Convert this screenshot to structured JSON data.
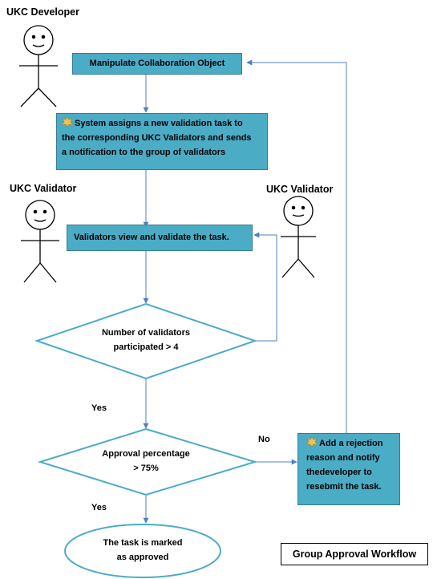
{
  "actors": {
    "developer": "UKC Developer",
    "validator_left": "UKC Validator",
    "validator_right": "UKC Validator"
  },
  "steps": {
    "manipulate": "Manipulate Collaboration Object",
    "system_assigns": [
      "System assigns a new validation task to",
      "the corresponding UKC Validators and sends",
      "a notification to the group of validators"
    ],
    "validators_view": "Validators view and validate  the task.",
    "rejection": [
      "Add a rejection",
      "reason and notify",
      "thedeveloper to",
      "resebmit the task."
    ]
  },
  "decisions": {
    "num_validators": [
      "Number of validators",
      "participated > 4"
    ],
    "approval": [
      "Approval percentage",
      "> 75%"
    ]
  },
  "labels": {
    "yes1": "Yes",
    "yes2": "Yes",
    "no": "No"
  },
  "end": [
    "The task is marked",
    "as approved"
  ],
  "caption": "Group Approval Workflow",
  "colors": {
    "box_fill": "#4BACC6",
    "box_border": "#357D91",
    "connector": "#4F81BD"
  },
  "icons": {
    "note": "lightbulb-note-icon"
  }
}
